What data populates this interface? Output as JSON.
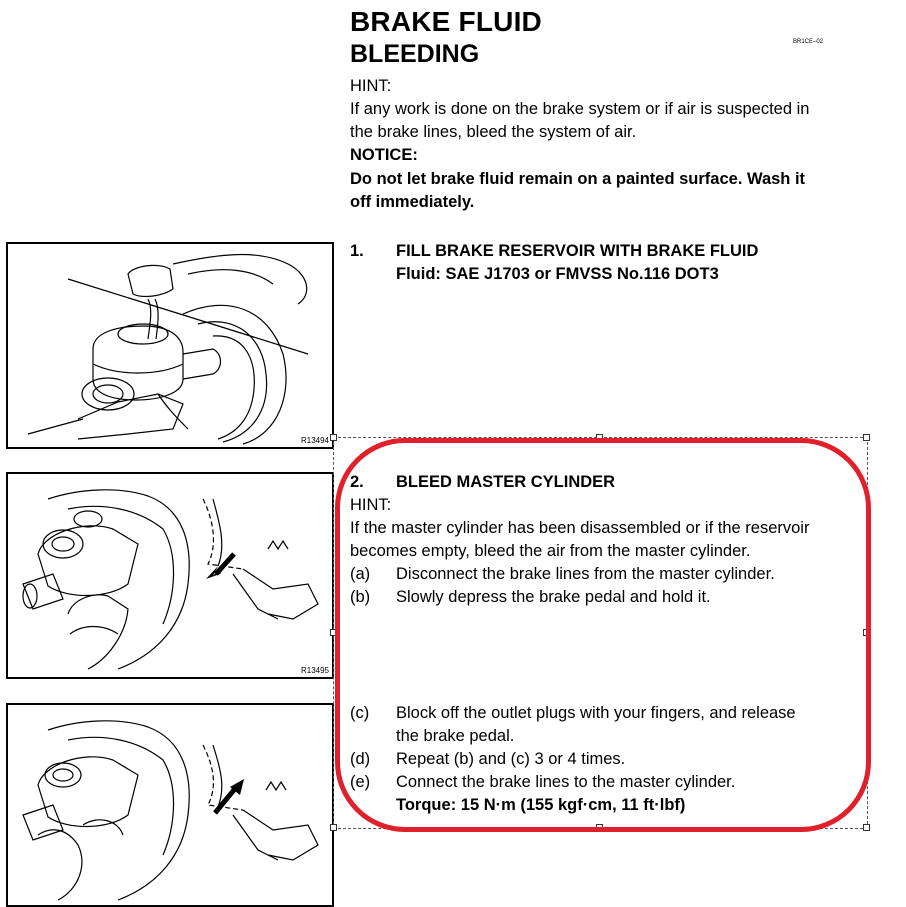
{
  "header": {
    "title": "BRAKE FLUID",
    "subtitle": "BLEEDING",
    "doc_code": "BR1CE–02"
  },
  "intro": {
    "hint_label": "HINT:",
    "hint_line1": "If any work is done on the brake system or if air is suspected in",
    "hint_line2": "the brake lines, bleed the system of air.",
    "notice_label": "NOTICE:",
    "notice_line1": "Do not let brake fluid remain on a painted surface. Wash it",
    "notice_line2": "off immediately."
  },
  "step1": {
    "number": "1.",
    "title": "FILL BRAKE RESERVOIR WITH BRAKE FLUID",
    "fluid": "Fluid: SAE J1703 or FMVSS No.116 DOT3"
  },
  "step2": {
    "number": "2.",
    "title": "BLEED MASTER CYLINDER",
    "hint_label": "HINT:",
    "hint_line1": "If the master cylinder has been disassembled or if the reservoir",
    "hint_line2": "becomes empty, bleed the air from the master cylinder.",
    "items": [
      {
        "label": "(a)",
        "text": "Disconnect the brake lines from the master cylinder."
      },
      {
        "label": "(b)",
        "text": "Slowly depress the brake pedal and hold it."
      },
      {
        "label": "(c)",
        "text": "Block off the outlet plugs with your fingers, and release",
        "text2": "the brake pedal."
      },
      {
        "label": "(d)",
        "text": "Repeat (b) and (c) 3 or 4 times."
      },
      {
        "label": "(e)",
        "text": "Connect the brake lines to the master cylinder."
      }
    ],
    "torque": "Torque: 15 N·m (155 kgf·cm, 11 ft·lbf)"
  },
  "figures": [
    {
      "code": "R13494"
    },
    {
      "code": "R13495"
    },
    {
      "code": ""
    }
  ],
  "colors": {
    "highlight_ring": "#e0202a"
  }
}
